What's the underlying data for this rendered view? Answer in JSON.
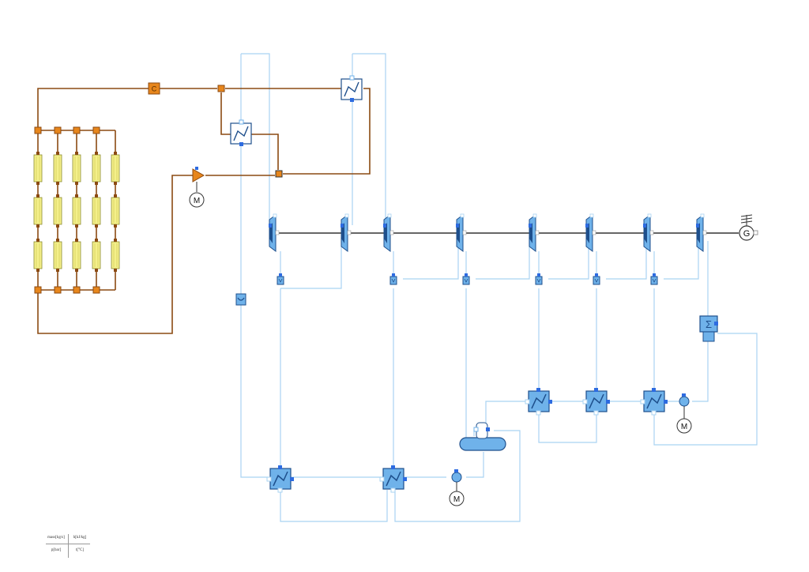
{
  "colors": {
    "water_line": "#a9d3f2",
    "salt_line": "#8b4a12",
    "shaft": "#333333",
    "component_fill": "#6fb2ea",
    "component_dark": "#1e4f8c",
    "port_blue": "#2d6be0",
    "collector_fill": "#f4f08a",
    "orange_valve": "#e7861c"
  },
  "icons": {
    "turbine": "turbine-icon",
    "heat_exchanger": "heat-exchanger-icon",
    "pump": "pump-icon",
    "generator": "generator-icon",
    "solar_collector": "solar-collector-icon",
    "deaerator": "deaerator-icon"
  },
  "generator": {
    "label": "G"
  },
  "pump_symbol": "M",
  "legend": {
    "mass": "mass[kg/s]",
    "enthalpy": "h[kJ/kg]",
    "pressure": "p[bar]",
    "temperature": "t[°C]"
  }
}
